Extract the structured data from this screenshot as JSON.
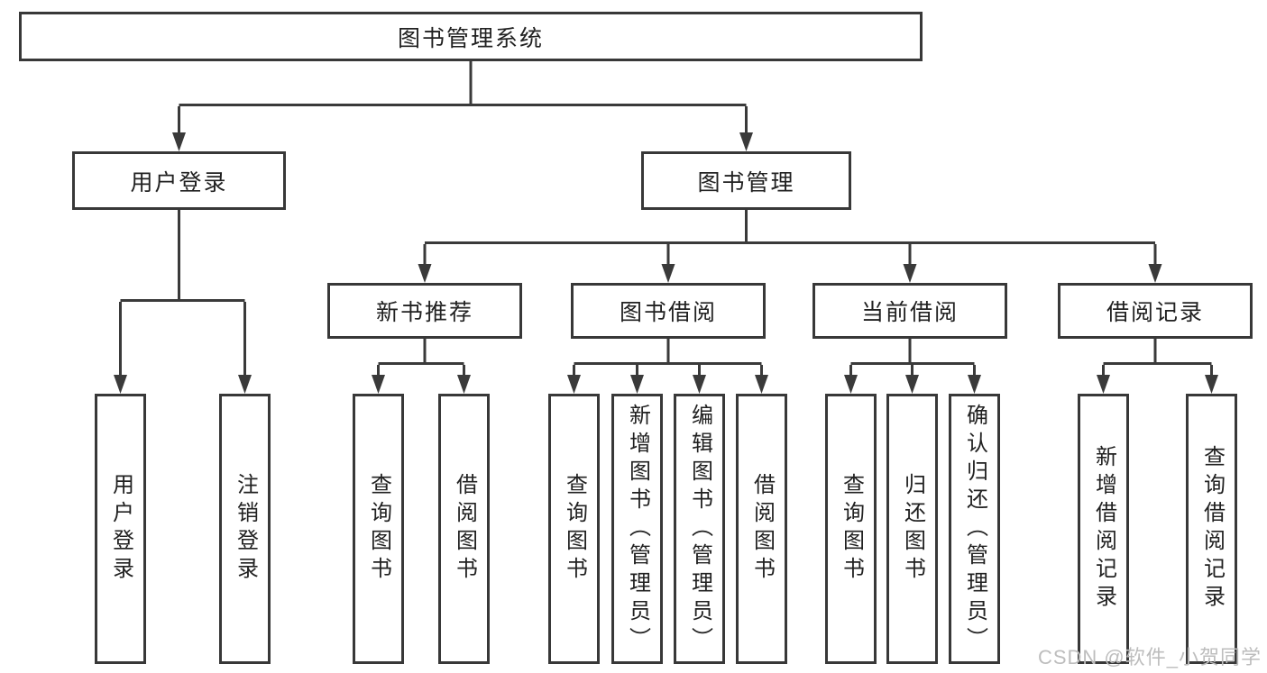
{
  "diagram": {
    "type": "hierarchy-flowchart",
    "root": {
      "label": "图书管理系统"
    },
    "branches": [
      {
        "label": "用户登录",
        "children": [
          {
            "label": "用户登录"
          },
          {
            "label": "注销登录"
          }
        ]
      },
      {
        "label": "图书管理",
        "children": [
          {
            "label": "新书推荐",
            "children": [
              {
                "label": "查询图书"
              },
              {
                "label": "借阅图书"
              }
            ]
          },
          {
            "label": "图书借阅",
            "children": [
              {
                "label": "查询图书"
              },
              {
                "label": "新增图书（管理员）"
              },
              {
                "label": "编辑图书（管理员）"
              },
              {
                "label": "借阅图书"
              }
            ]
          },
          {
            "label": "当前借阅",
            "children": [
              {
                "label": "查询图书"
              },
              {
                "label": "归还图书"
              },
              {
                "label": "确认归还（管理员）"
              }
            ]
          },
          {
            "label": "借阅记录",
            "children": [
              {
                "label": "新增借阅记录"
              },
              {
                "label": "查询借阅记录"
              }
            ]
          }
        ]
      }
    ]
  },
  "watermark": {
    "text": "CSDN @软件_小贺同学"
  },
  "colors": {
    "line": "#3a3a3a",
    "border": "#383838",
    "text": "#212121",
    "watermark": "#bdbdbd",
    "background": "#ffffff"
  }
}
